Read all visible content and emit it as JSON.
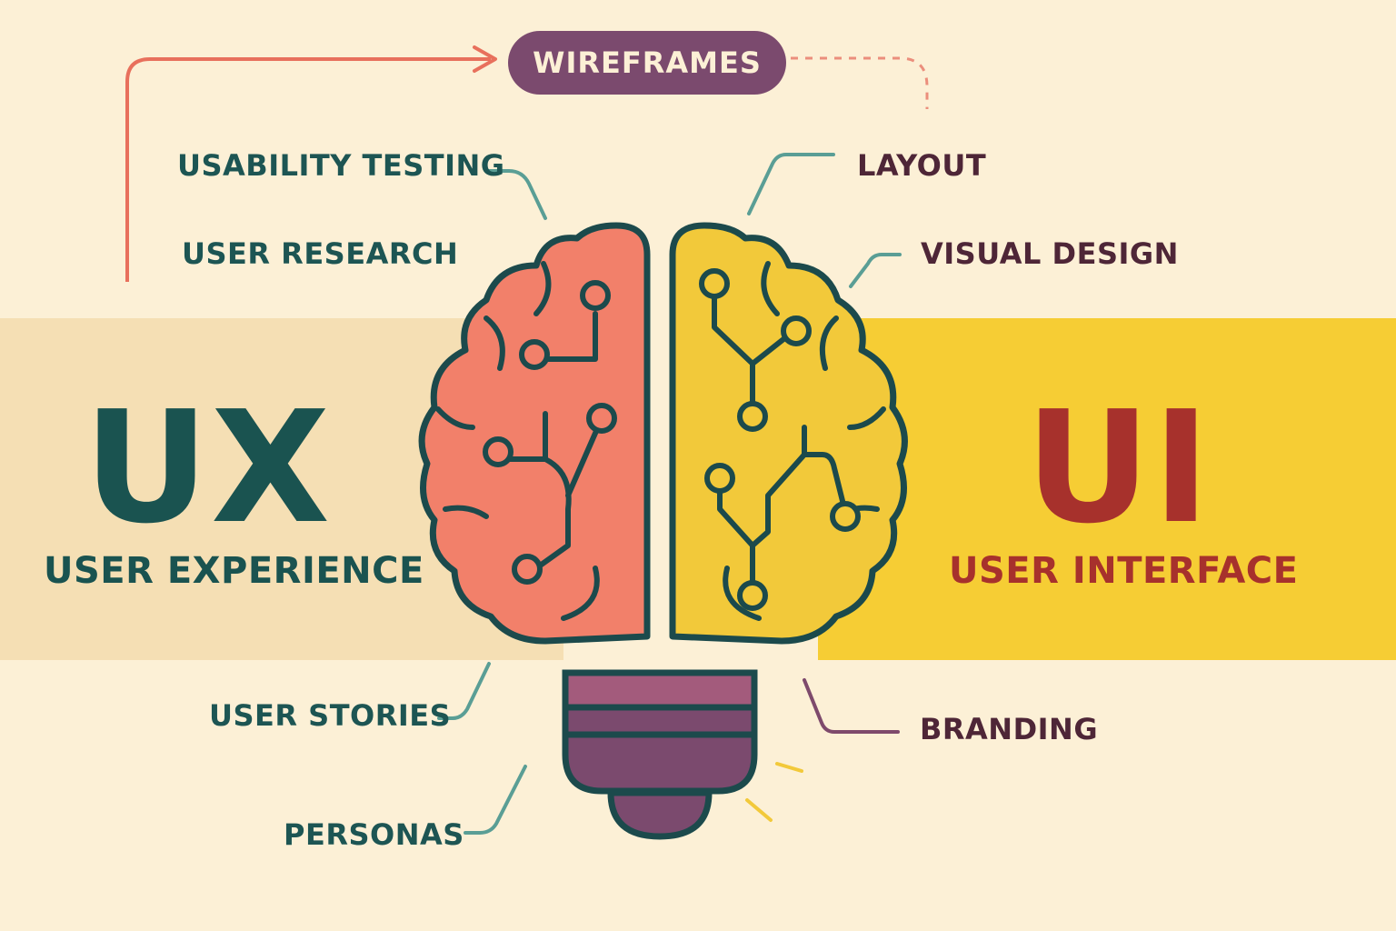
{
  "ux": {
    "big": "UX",
    "subtitle": "USER EXPERIENCE",
    "items": [
      "USABILITY TESTING",
      "USER RESEARCH",
      "USER STORIES",
      "PERSONAS"
    ]
  },
  "ui": {
    "big": "UI",
    "subtitle": "USER INTERFACE",
    "items": [
      "LAYOUT",
      "VISUAL DESIGN",
      "BRANDING"
    ]
  },
  "bridge": {
    "label": "WIREFRAMES"
  },
  "colors": {
    "background": "#fcf0d6",
    "ux_band": "#f5dfb4",
    "ui_band": "#f6cd34",
    "ux_text": "#1a5350",
    "ui_text": "#a7312c",
    "left_brain": "#f2806a",
    "right_brain": "#f2c93a",
    "bulb_base": "#7b4a6e",
    "outline": "#1c4a4c",
    "connector_ux": "#5a9e95",
    "connector_ui": "#7e4a6c",
    "arrow": "#e8705c"
  },
  "icons": [
    "brain-lightbulb-icon",
    "circuit-node-icon",
    "arrow-right-icon"
  ]
}
